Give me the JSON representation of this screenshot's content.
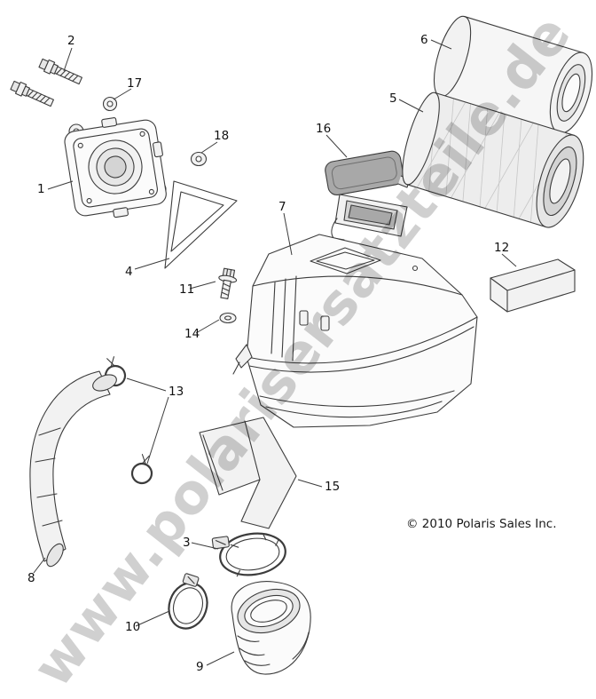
{
  "diagram": {
    "watermark": "www.polarisersatzteile.de",
    "copyright": "© 2010 Polaris Sales Inc.",
    "colors": {
      "line": "#3c3c3c",
      "watermark": "#c4c4c4",
      "background": "#ffffff"
    },
    "parts": [
      {
        "label": "1"
      },
      {
        "label": "2"
      },
      {
        "label": "3"
      },
      {
        "label": "4"
      },
      {
        "label": "5"
      },
      {
        "label": "6"
      },
      {
        "label": "7"
      },
      {
        "label": "8"
      },
      {
        "label": "9"
      },
      {
        "label": "10"
      },
      {
        "label": "11"
      },
      {
        "label": "12"
      },
      {
        "label": "13"
      },
      {
        "label": "14"
      },
      {
        "label": "15"
      },
      {
        "label": "16"
      },
      {
        "label": "17"
      },
      {
        "label": "18"
      }
    ]
  }
}
